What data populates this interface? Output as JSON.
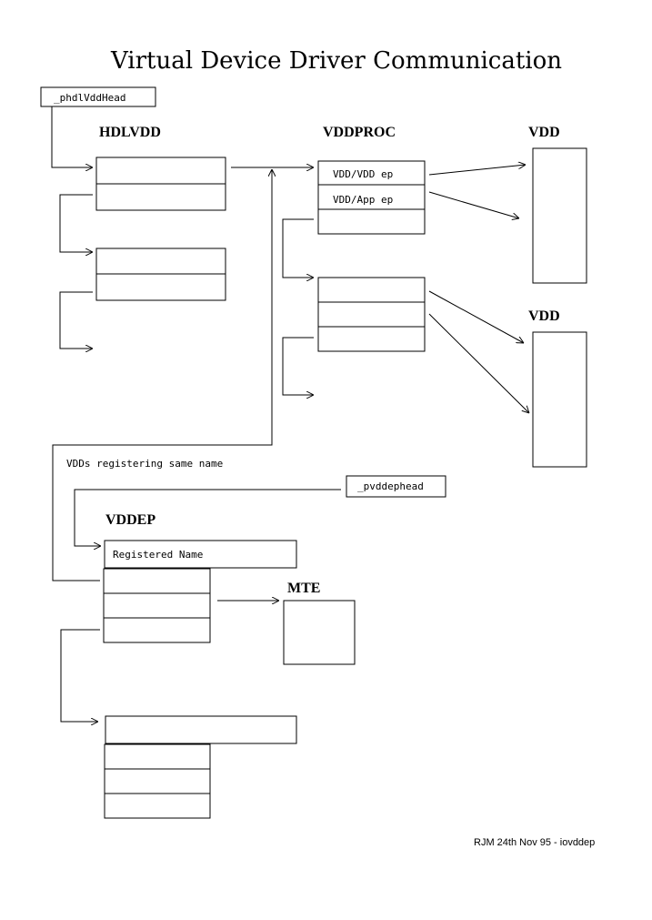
{
  "title": "Virtual Device Driver Communication",
  "labels": {
    "phdlvddhead": "_phdlVddHead",
    "hdlvdd": "HDLVDD",
    "vddproc": "VDDPROC",
    "vdd_top": "VDD",
    "vdd_bottom": "VDD",
    "vdd_vdd_ep": "VDD/VDD ep",
    "vdd_app_ep": "VDD/App ep",
    "same_name_note": "VDDs registering same name",
    "pvddephead": "_pvddephead",
    "vddep": "VDDEP",
    "registered_name": "Registered Name",
    "mte": "MTE"
  },
  "footer": "RJM 24th Nov 95 - iovddep"
}
